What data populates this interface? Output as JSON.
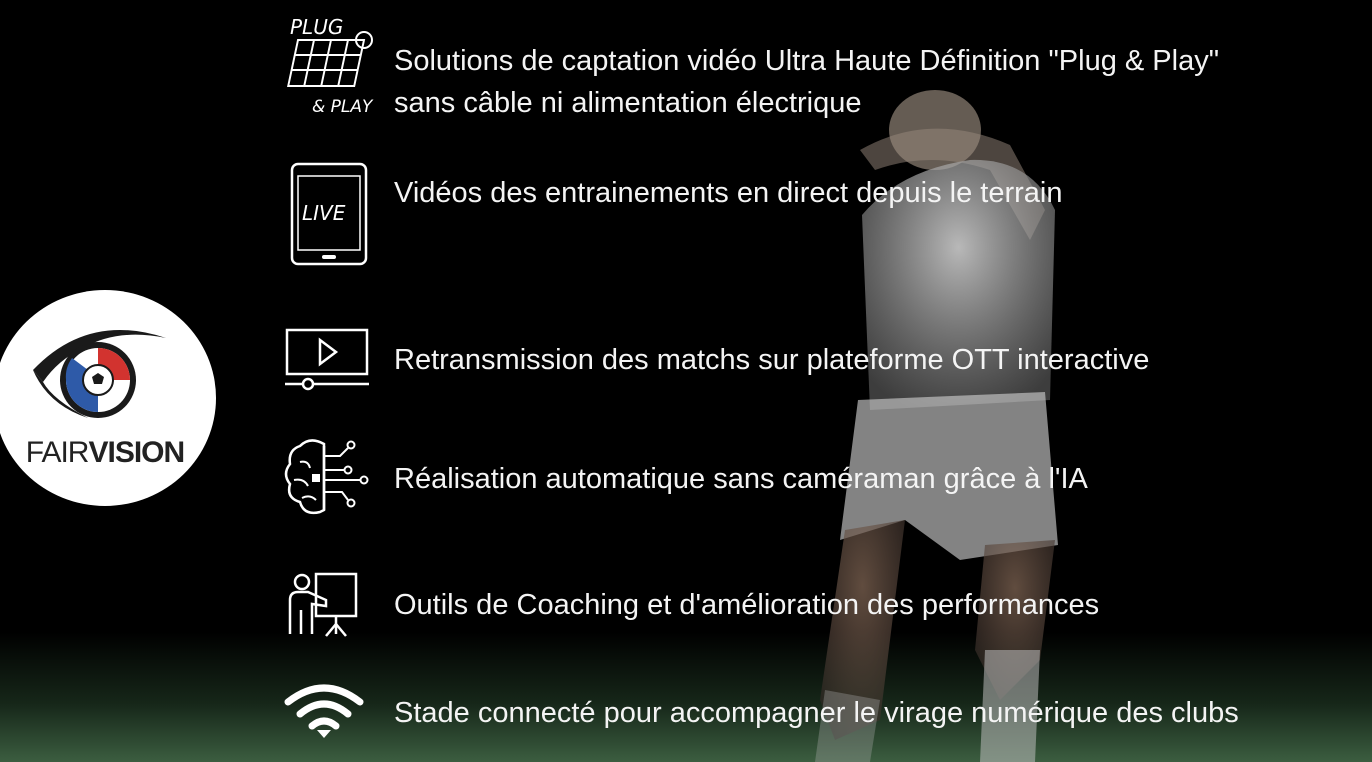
{
  "logo": {
    "text_part1": "FAIR",
    "text_part2": "VISION",
    "colors": {
      "blue": "#2e5aa8",
      "red": "#d2332f",
      "dark": "#1a1a1a"
    }
  },
  "plug_icon": {
    "top_text": "PLUG",
    "bottom_text": "& PLAY"
  },
  "live_icon": {
    "text": "LIVE"
  },
  "features": [
    {
      "line1": "Solutions de captation vidéo Ultra Haute Définition \"Plug & Play\"",
      "line2": "sans câble ni alimentation électrique",
      "icon": "solar-panel-icon"
    },
    {
      "line1": "Vidéos des entrainements en direct depuis le terrain",
      "icon": "tablet-live-icon"
    },
    {
      "line1": "Retransmission des matchs sur plateforme OTT interactive",
      "icon": "video-player-icon"
    },
    {
      "line1": "Réalisation automatique sans caméraman grâce à l'IA",
      "icon": "ai-brain-icon"
    },
    {
      "line1": "Outils de Coaching et d'amélioration des performances",
      "icon": "coach-board-icon"
    },
    {
      "line1": "Stade connecté pour accompagner le virage numérique des clubs",
      "icon": "wifi-icon"
    }
  ]
}
